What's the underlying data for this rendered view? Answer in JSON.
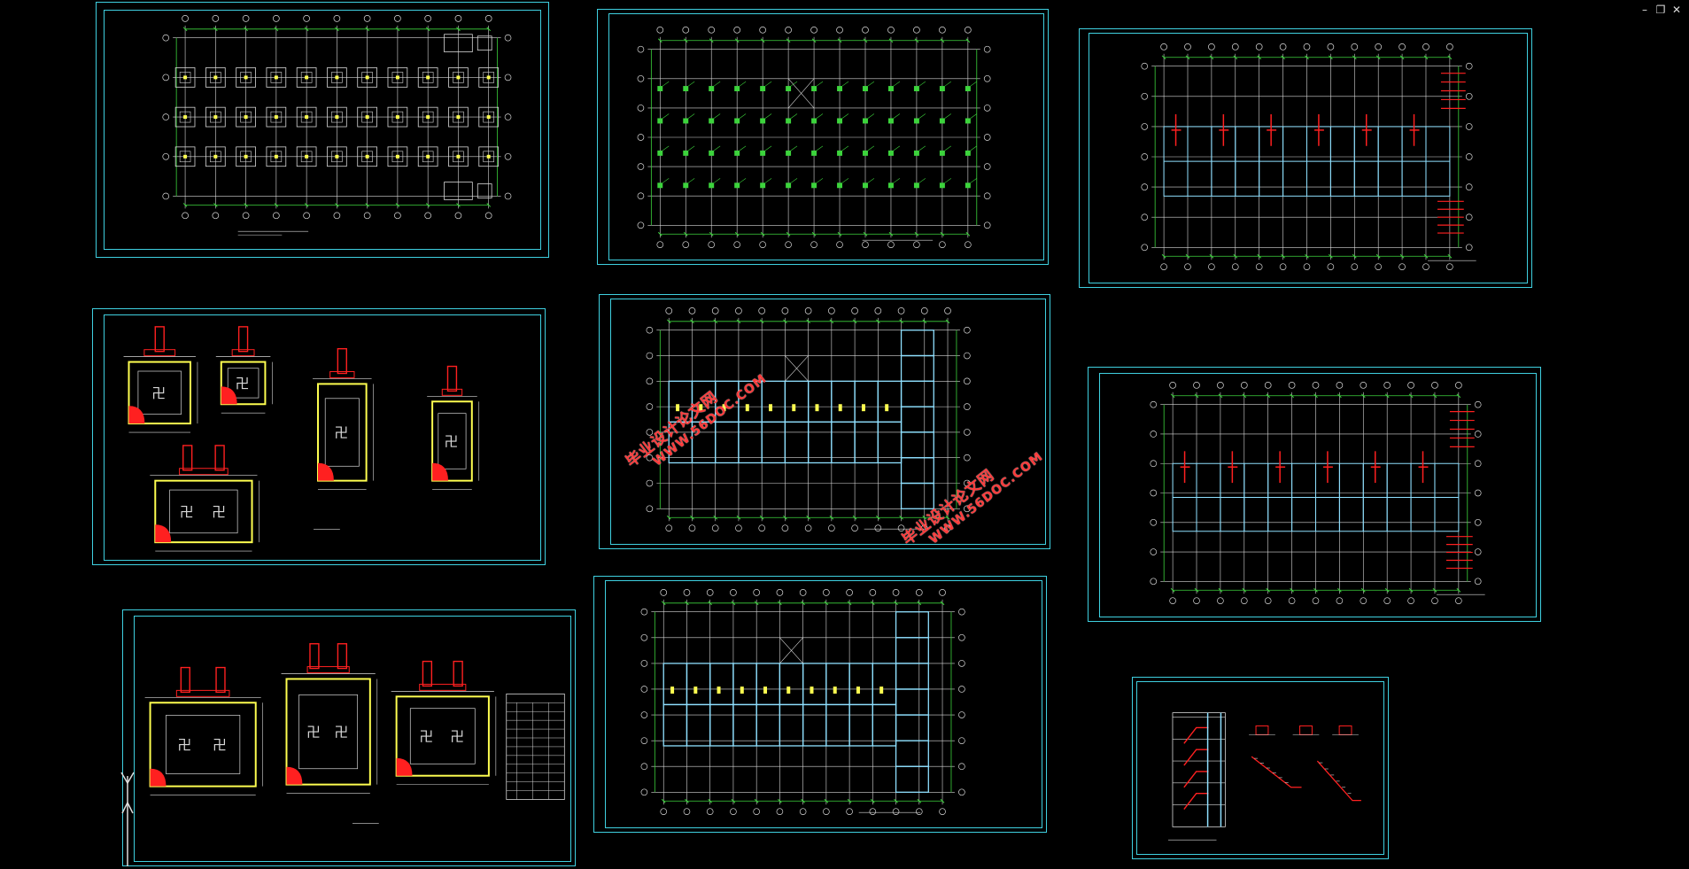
{
  "window": {
    "controls": [
      {
        "name": "minimize",
        "glyph": "–"
      },
      {
        "name": "restore",
        "glyph": "❐"
      },
      {
        "name": "close",
        "glyph": "✕"
      }
    ]
  },
  "watermarks": [
    {
      "site": "WWW.56DOC.COM",
      "cn": "毕业设计论文网"
    },
    {
      "site": "WWW.56DOC.COM",
      "cn": "毕业设计论文网"
    }
  ],
  "colors": {
    "background": "#000000",
    "frame": "#3fd0e0",
    "grid": "#d8d8d8",
    "dimension": "#3cd43c",
    "beam": "#8fe0ff",
    "rebar_red": "#ff2020",
    "footing_yellow": "#ffff50",
    "watermark": "#ff3b3b"
  },
  "sheets": [
    {
      "id": "foundation-plan"
    },
    {
      "id": "column-layout-plan"
    },
    {
      "id": "floor-rebar-plan-top"
    },
    {
      "id": "footing-details-a"
    },
    {
      "id": "beam-plan-2"
    },
    {
      "id": "floor-rebar-plan-mid"
    },
    {
      "id": "footing-details-b"
    },
    {
      "id": "beam-plan-3"
    },
    {
      "id": "stair-details"
    }
  ]
}
